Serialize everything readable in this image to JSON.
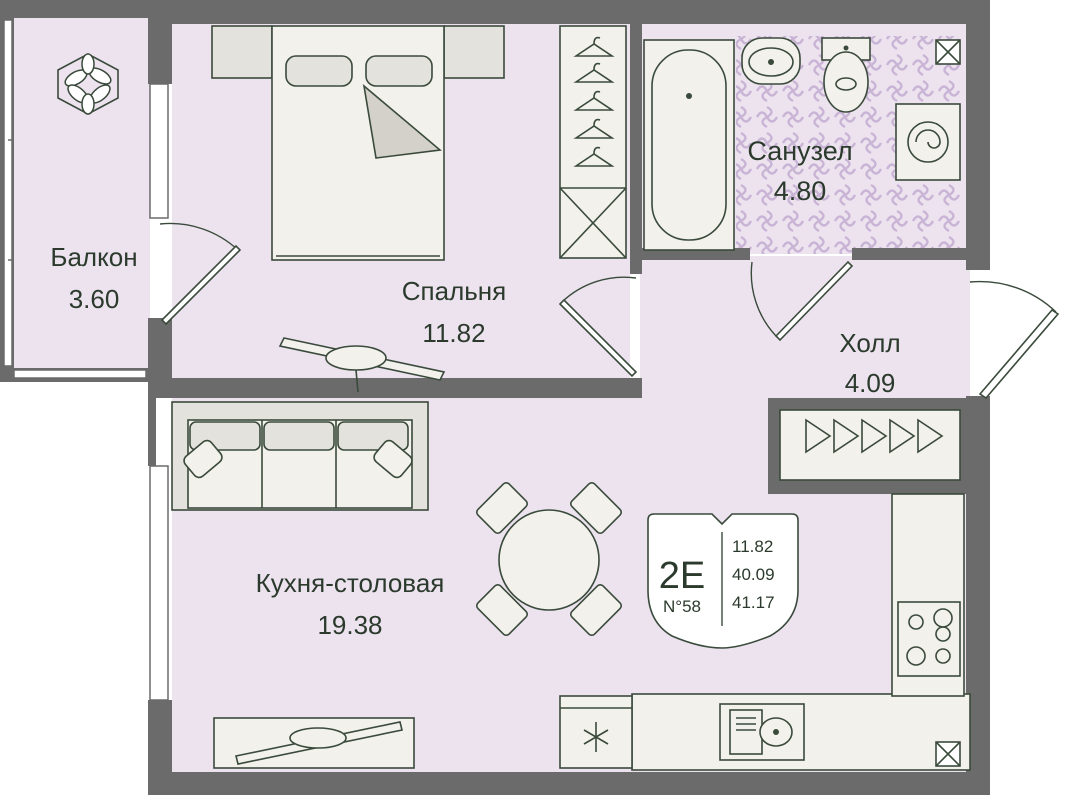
{
  "colors": {
    "wall": "#6b6b6b",
    "floor": "#ece3ef",
    "tile_pattern": "#c9b4d6",
    "furniture": "#e4e2dc",
    "outline": "#3a4a3b",
    "text": "#2b3a2c"
  },
  "rooms": {
    "balcony": {
      "name": "Балкон",
      "area": "3.60"
    },
    "bedroom": {
      "name": "Спальня",
      "area": "11.82"
    },
    "bathroom": {
      "name": "Санузел",
      "area": "4.80"
    },
    "hall": {
      "name": "Холл",
      "area": "4.09"
    },
    "kitchen": {
      "name": "Кухня-столовая",
      "area": "19.38"
    }
  },
  "badge": {
    "code": "2E",
    "number": "N°58",
    "values": [
      "11.82",
      "40.09",
      "41.17"
    ]
  },
  "icons": [
    "plant-icon",
    "ventilation-shaft-icon",
    "hanger-icon",
    "washing-machine-icon",
    "hob-icon",
    "sink-icon",
    "fridge-icon"
  ]
}
